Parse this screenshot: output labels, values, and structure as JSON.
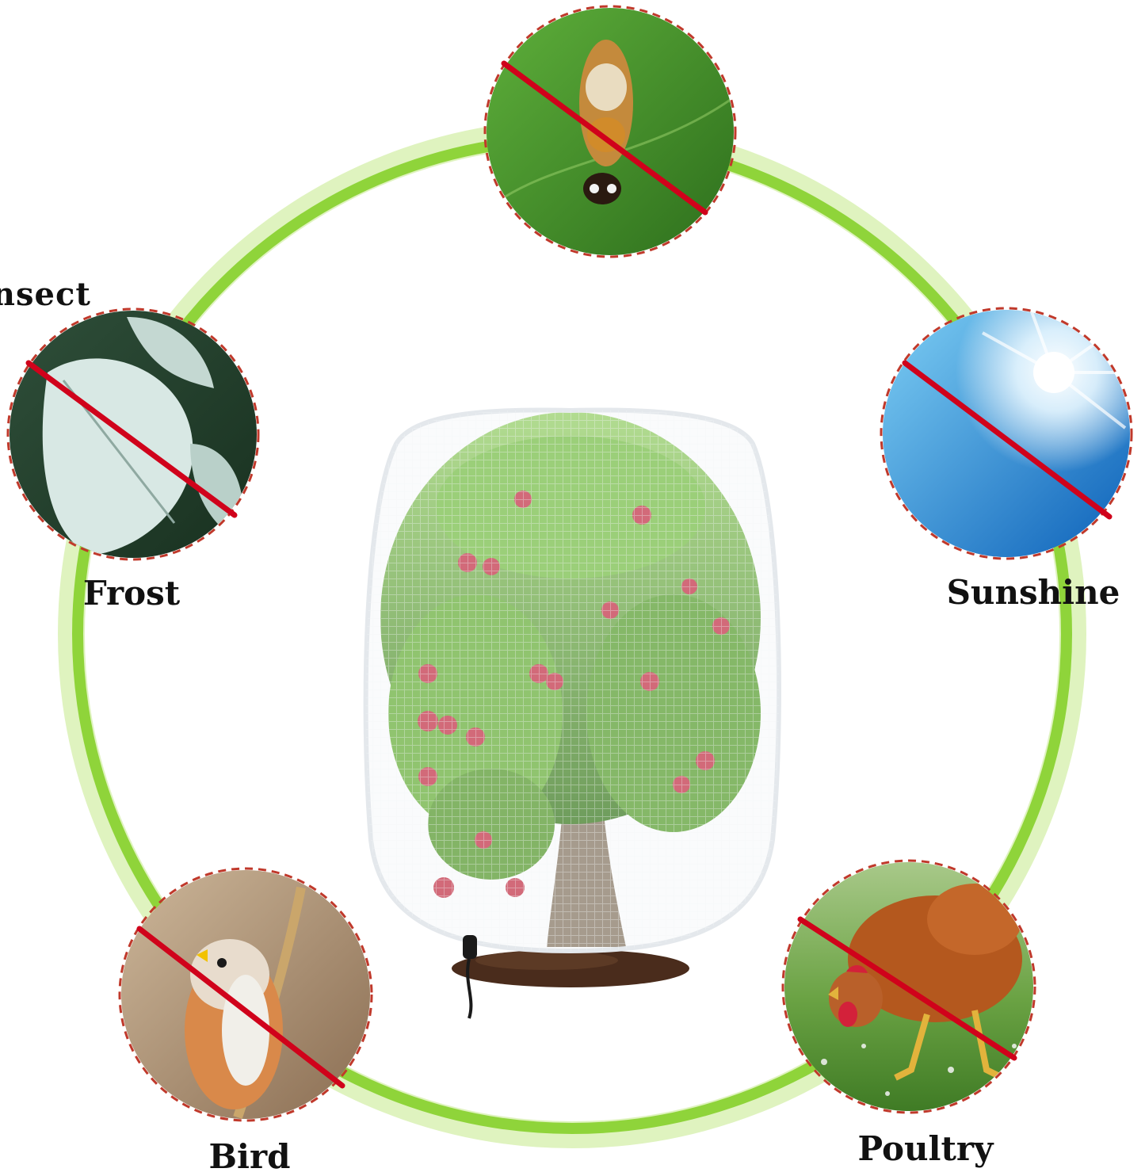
{
  "threats": [
    {
      "id": "insect",
      "label": "Insect",
      "icon": "caterpillar-icon"
    },
    {
      "id": "frost",
      "label": "Frost",
      "icon": "frosted-leaf-icon"
    },
    {
      "id": "sunshine",
      "label": "Sunshine",
      "icon": "sun-rays-icon"
    },
    {
      "id": "bird",
      "label": "Bird",
      "icon": "bird-icon"
    },
    {
      "id": "poultry",
      "label": "Poultry",
      "icon": "chicken-icon"
    }
  ],
  "colors": {
    "ring": "#8fd43a",
    "ring_glow": "#d6f0a8",
    "dashed_border": "#c0392b",
    "prohibit_line": "#d0021b",
    "net": "#e8ecef",
    "leaf": "#5fa833",
    "fruit": "#c8364a",
    "soil": "#4a2c1c"
  }
}
